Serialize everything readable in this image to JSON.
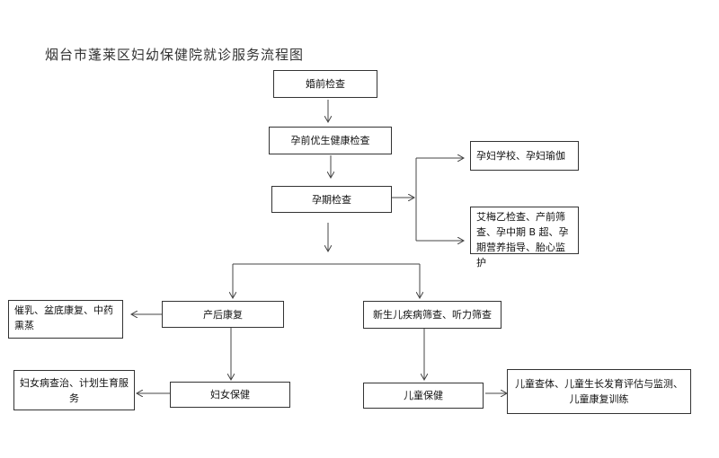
{
  "title": "烟台市蓬莱区妇幼保健院就诊服务流程图",
  "nodes": {
    "premarital": "婚前检查",
    "prepregnancy": "孕前优生健康检查",
    "pregnancy": "孕期检查",
    "pregnancy_school": "孕妇学校、孕妇瑜伽",
    "prenatal_screening": "艾梅乙检查、产前筛查、孕中期 B 超、孕期营养指导、胎心监护",
    "postpartum": "产后康复",
    "postpartum_services": "催乳、盆底康复、中药熏蒸",
    "women_health": "妇女保健",
    "women_services": "妇女病查治、计划生育服务",
    "newborn_screening": "新生儿疾病筛查、听力筛查",
    "child_health": "儿童保健",
    "child_services": "儿童查体、儿童生长发育评估与监测、儿童康复训练"
  }
}
